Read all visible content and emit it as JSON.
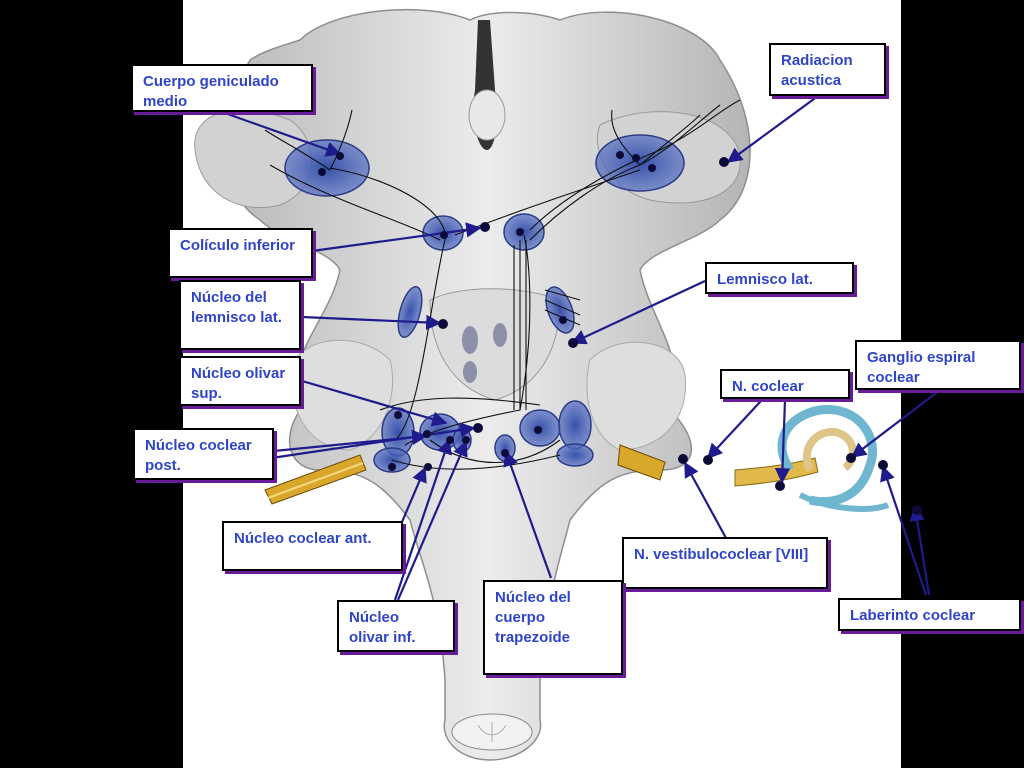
{
  "labels": {
    "cuerpo_geniculado": "Cuerpo geniculado medio",
    "radiacion_acustica": "Radiacion acustica",
    "coliculo_inferior": "Colículo inferior",
    "lemnisco_lat": "Lemnisco lat.",
    "nucleo_lemnisco_lat": "Núcleo del lemnisco lat.",
    "ganglio_espiral": "Ganglio espiral coclear",
    "n_coclear": "N. coclear",
    "nucleo_olivar_sup": "Núcleo olivar sup.",
    "nucleo_coclear_post": "Núcleo coclear post.",
    "nucleo_coclear_ant": "Núcleo coclear ant.",
    "n_vestibulococlear": "N. vestibulococlear [VIII]",
    "nucleo_cuerpo_trapezoide": "Núcleo del cuerpo trapezoide",
    "nucleo_olivar_inf": "Núcleo olivar inf.",
    "laberinto_coclear": "Laberinto coclear"
  },
  "colors": {
    "label_text": "#2f44c8",
    "label_border": "#000000",
    "label_shadow": "#6a1b9a",
    "pointer": "#1f1b8c",
    "nucleus_fill": "#4b63b8",
    "nerve": "#d9a82a",
    "background": "#000000"
  }
}
